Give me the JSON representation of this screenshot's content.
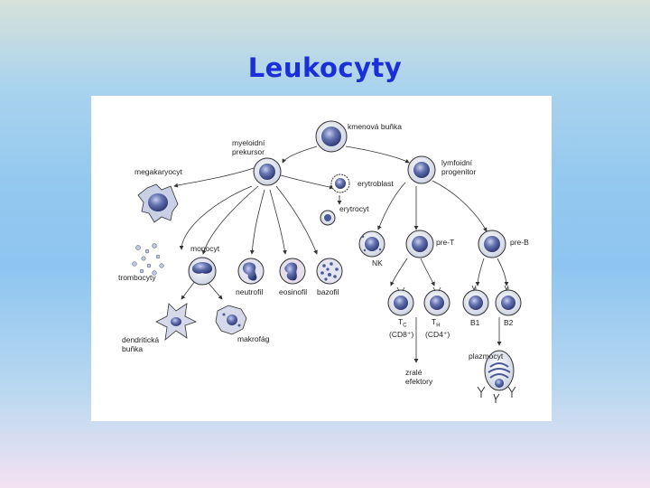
{
  "slide": {
    "title": "Leukocyty"
  },
  "labels": {
    "kmenova": "kmenová buňka",
    "myeloidni_1": "myeloidní",
    "myeloidni_2": "prekursor",
    "lymfoidni_1": "lymfoidní",
    "lymfoidni_2": "progenitor",
    "megakaryocyt": "megakaryocyt",
    "erytroblast": "erytroblast",
    "erytrocyt": "erytrocyt",
    "monocyt": "monocyt",
    "trombocyty": "trombocyty",
    "neutrofil": "neutrofil",
    "eosinofil": "eosinofil",
    "bazofil": "bazofil",
    "nk": "NK",
    "pre_t": "pre-T",
    "pre_b": "pre-B",
    "tc": "T",
    "tc_sub": "C",
    "cd8": "(CD8⁺)",
    "th": "T",
    "th_sub": "H",
    "cd4": "(CD4⁺)",
    "b1": "B1",
    "b2": "B2",
    "dendriticka_1": "dendritická",
    "dendriticka_2": "buňka",
    "makrofag": "makrofág",
    "plazmocyt": "plazmocyt",
    "zrale_1": "zralé",
    "zrale_2": "efektory"
  },
  "colors": {
    "title": "#1a2fd8",
    "cell_fill": "#d9dde8",
    "nucleus": "#4a5a96",
    "outline": "#333333"
  }
}
